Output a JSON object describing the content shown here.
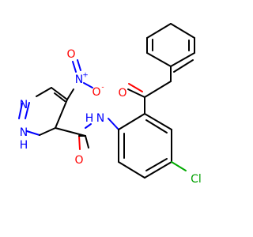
{
  "molecule": {
    "atoms": [
      {
        "id": "n_nitro",
        "label": "N",
        "charge": "+",
        "element": "N"
      },
      {
        "id": "o_nitro_up",
        "label": "O",
        "charge": "",
        "element": "O"
      },
      {
        "id": "o_nitro_minus",
        "label": "O",
        "charge": "-",
        "element": "O"
      },
      {
        "id": "n_pyrazole_1",
        "label": "N",
        "charge": "",
        "element": "N"
      },
      {
        "id": "n_pyrazole_2",
        "label": "N",
        "element": "N",
        "hlabel": "H"
      },
      {
        "id": "n_amide",
        "label": "N",
        "element": "N",
        "hlabel": "H"
      },
      {
        "id": "o_amide",
        "label": "O",
        "charge": "",
        "element": "O"
      },
      {
        "id": "o_ketone",
        "label": "O",
        "charge": "",
        "element": "O"
      },
      {
        "id": "cl",
        "label": "Cl",
        "charge": "",
        "element": "Cl"
      }
    ],
    "colors": {
      "carbon": "#000000",
      "nitrogen": "#0000ff",
      "oxygen": "#ff0000",
      "chlorine": "#00a000"
    }
  }
}
